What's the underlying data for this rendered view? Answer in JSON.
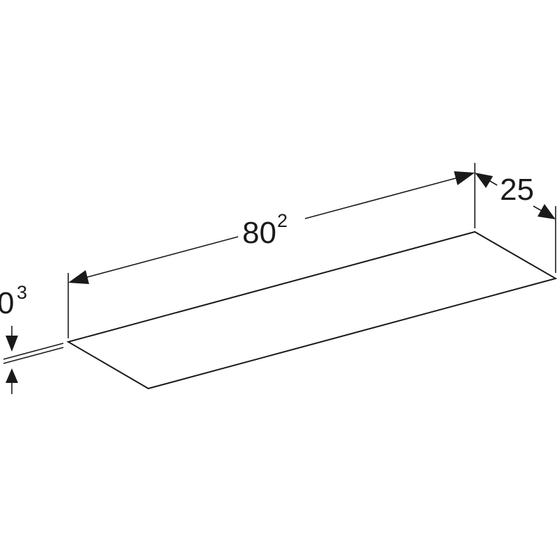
{
  "dimensions": {
    "length": {
      "main": "80",
      "superscript": "2"
    },
    "depth": {
      "main": "25"
    },
    "thickness": {
      "main": "0",
      "superscript": "3"
    }
  },
  "colors": {
    "line": "#1a1a1a",
    "background": "#ffffff"
  }
}
